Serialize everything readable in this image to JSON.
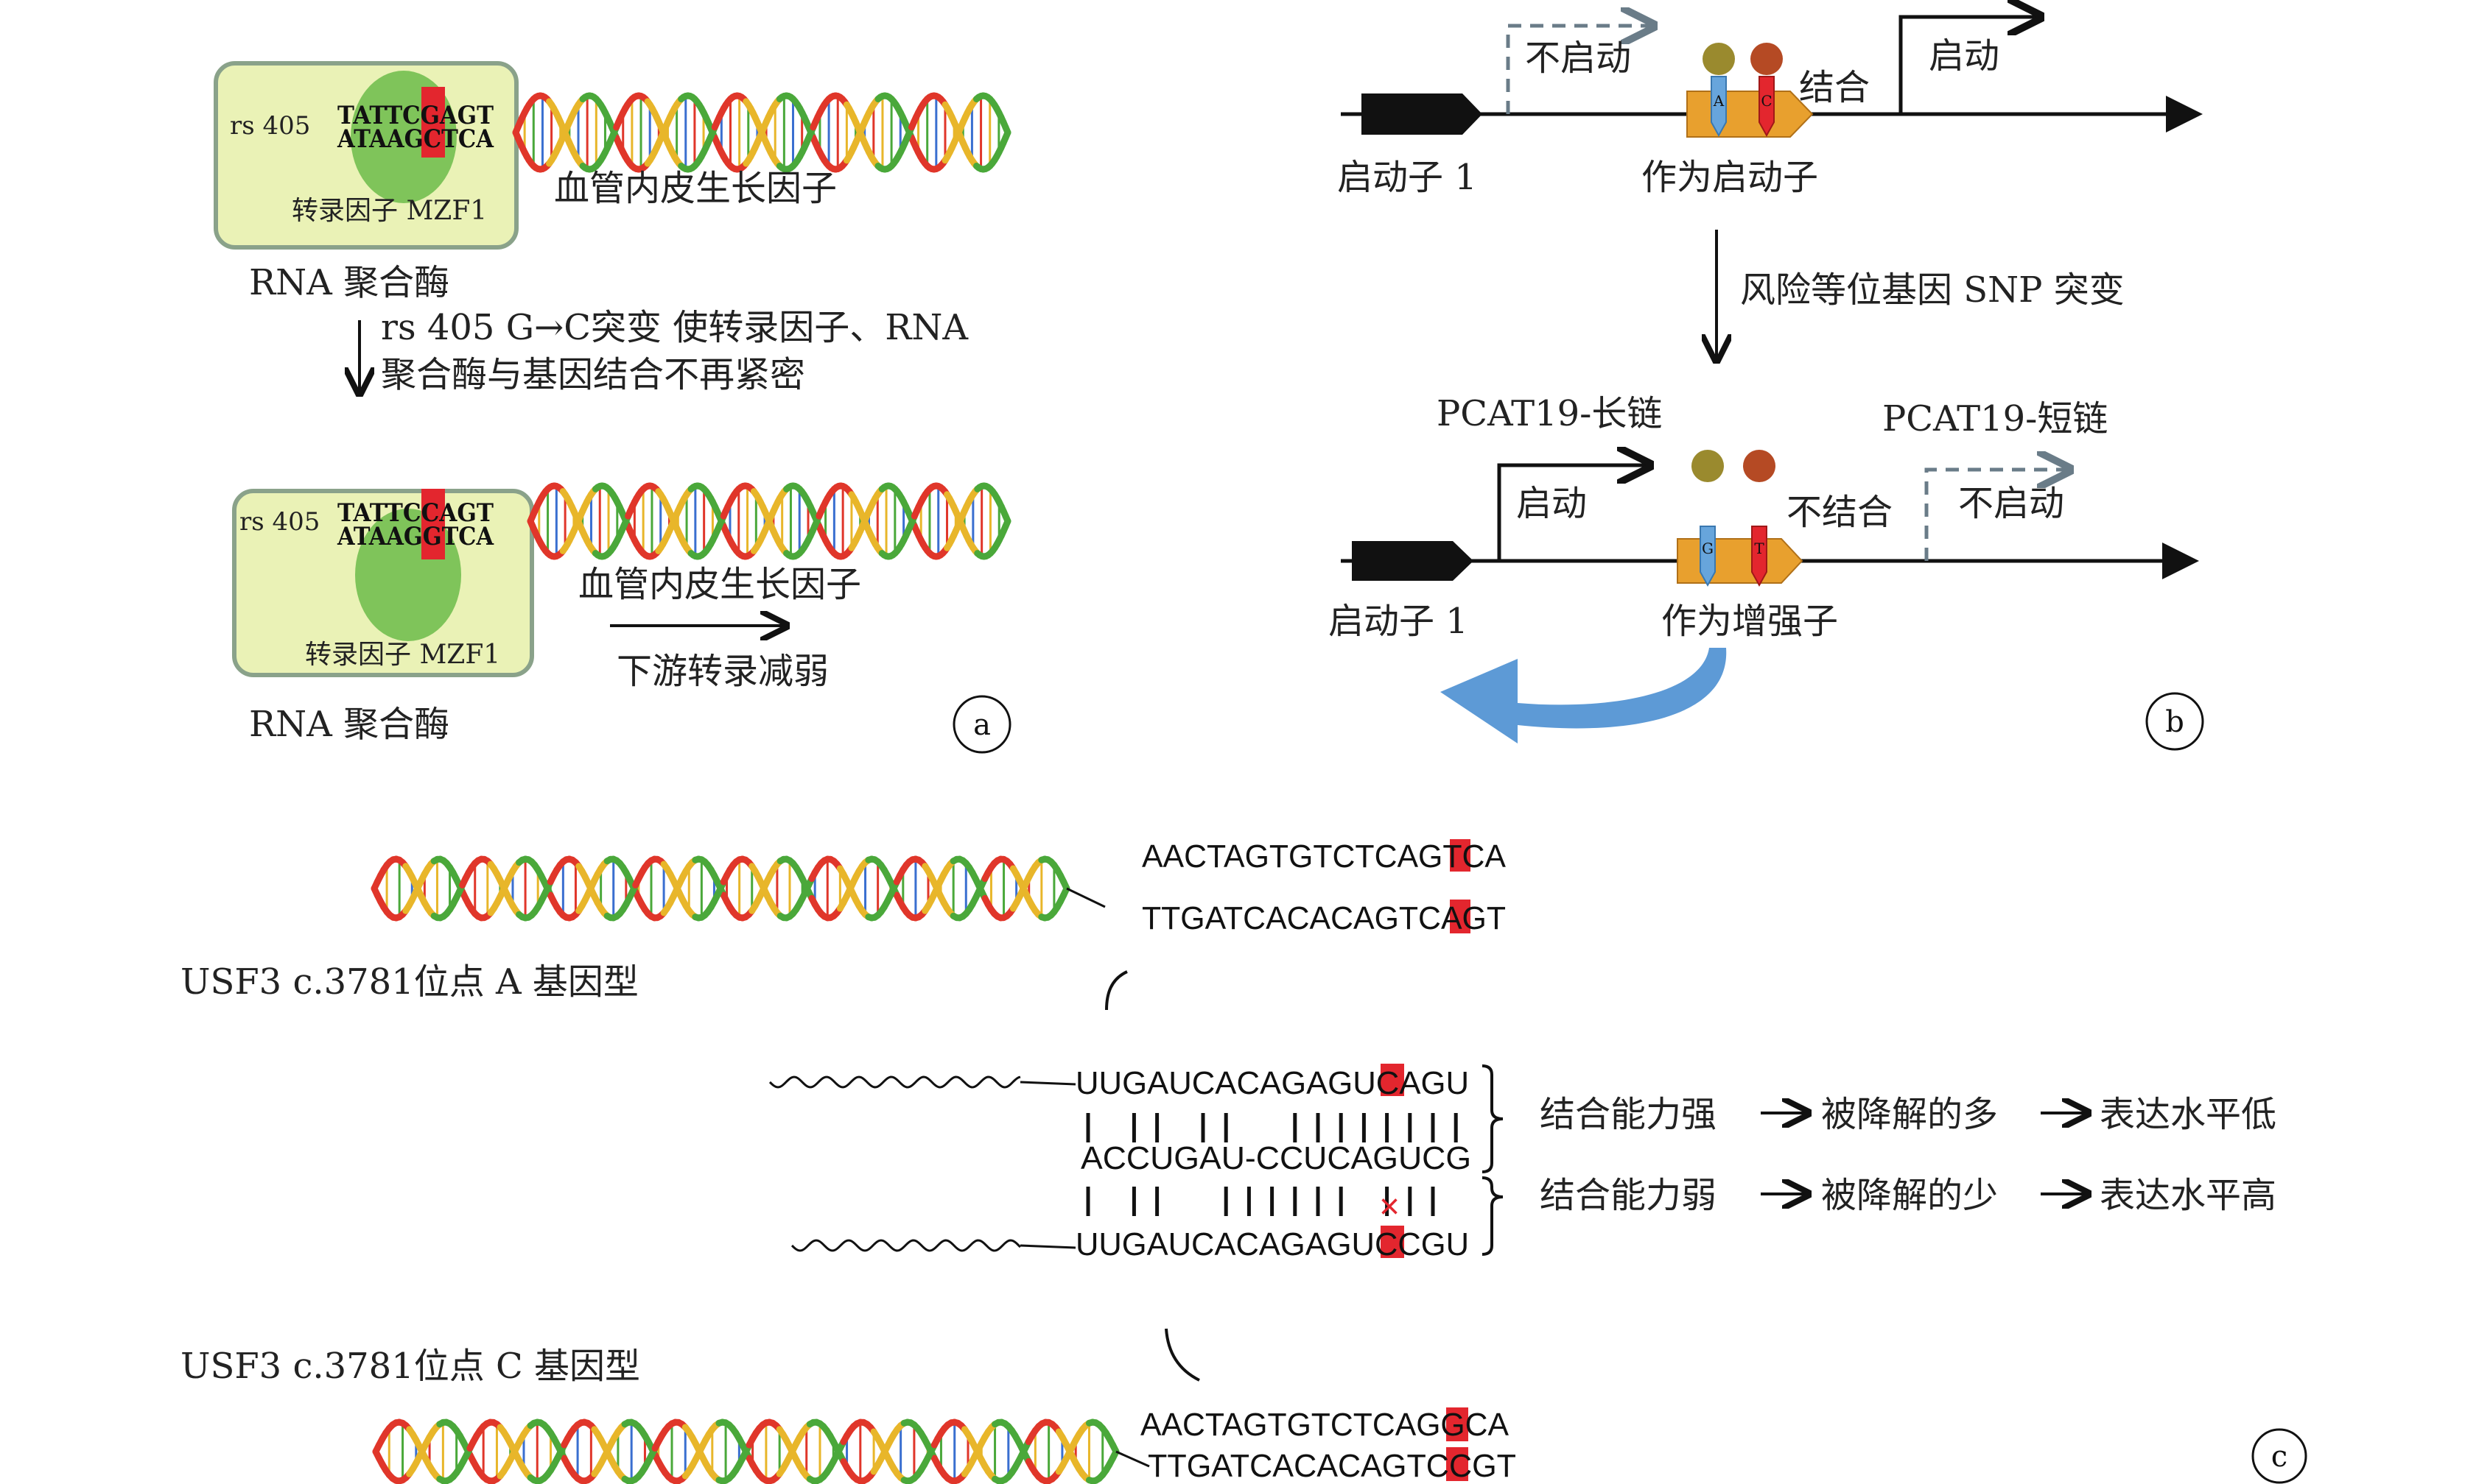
{
  "colors": {
    "box_fill": "#eaf2b6",
    "box_stroke": "#8aa28a",
    "circle": "#7fc45a",
    "red": "#e3262e",
    "black": "#111111",
    "gray_dashed": "#6a7c88",
    "block": "#e8a02e",
    "blue": "#67a5dc",
    "olive": "#9a8a2e",
    "brown": "#b54a24",
    "arrow_blue": "#5d9ad6",
    "dna_red": "#e0362a",
    "dna_yellow": "#e8b62a",
    "dna_green": "#4aa83a"
  },
  "panel_a": {
    "label": "a",
    "top": {
      "rs": "rs 405",
      "seq1": "TATTCGAGT",
      "seq2": "ATAAGCTCA",
      "tf": "转录因子 MZF1",
      "gene": "血管内皮生长因子",
      "pol": "RNA 聚合酶"
    },
    "arrow_text_line1": "rs 405 G→C突变 使转录因子、RNA",
    "arrow_text_line2": "聚合酶与基因结合不再紧密",
    "bottom": {
      "rs": "rs 405",
      "seq1": "TATTCCAGT",
      "seq2": "ATAAGGTCA",
      "tf": "转录因子 MZF1",
      "gene": "血管内皮生长因子",
      "pol": "RNA 聚合酶",
      "down": "下游转录减弱"
    }
  },
  "panel_b": {
    "label": "b",
    "top": {
      "no_start": "不启动",
      "bind": "结合",
      "start": "启动",
      "promoter1": "启动子 1",
      "as_promoter": "作为启动子",
      "allele_a": "A",
      "allele_c": "C"
    },
    "mutation": "风险等位基因 SNP 突变",
    "bottom": {
      "long": "PCAT19-长链",
      "short": "PCAT19-短链",
      "start": "启动",
      "no_bind": "不结合",
      "no_start": "不启动",
      "promoter1": "启动子 1",
      "as_enhancer": "作为增强子",
      "allele_g": "G",
      "allele_t": "T"
    }
  },
  "panel_c": {
    "label": "c",
    "top_seq1": "AACTAGTGTCTCAGTCA",
    "top_seq2": "TTGATCACACAGTCAGT",
    "genotype_a": "USF3 c.3781位点 A 基因型",
    "mrna1": "UUGAUCACAGAGUCAGU",
    "mirna": "ACCUGAU-CCUCAGUCG",
    "mrna2": "UUGAUCACAGAGUCCGU",
    "row1": {
      "a": "结合能力强",
      "b": "被降解的多",
      "c": "表达水平低"
    },
    "row2": {
      "a": "结合能力弱",
      "b": "被降解的少",
      "c": "表达水平高"
    },
    "mismatch": "×",
    "genotype_c": "USF3 c.3781位点 C 基因型",
    "bot_seq1": "AACTAGTGTCTCAGGCA",
    "bot_seq2": "TTGATCACACAGTCCGT"
  }
}
